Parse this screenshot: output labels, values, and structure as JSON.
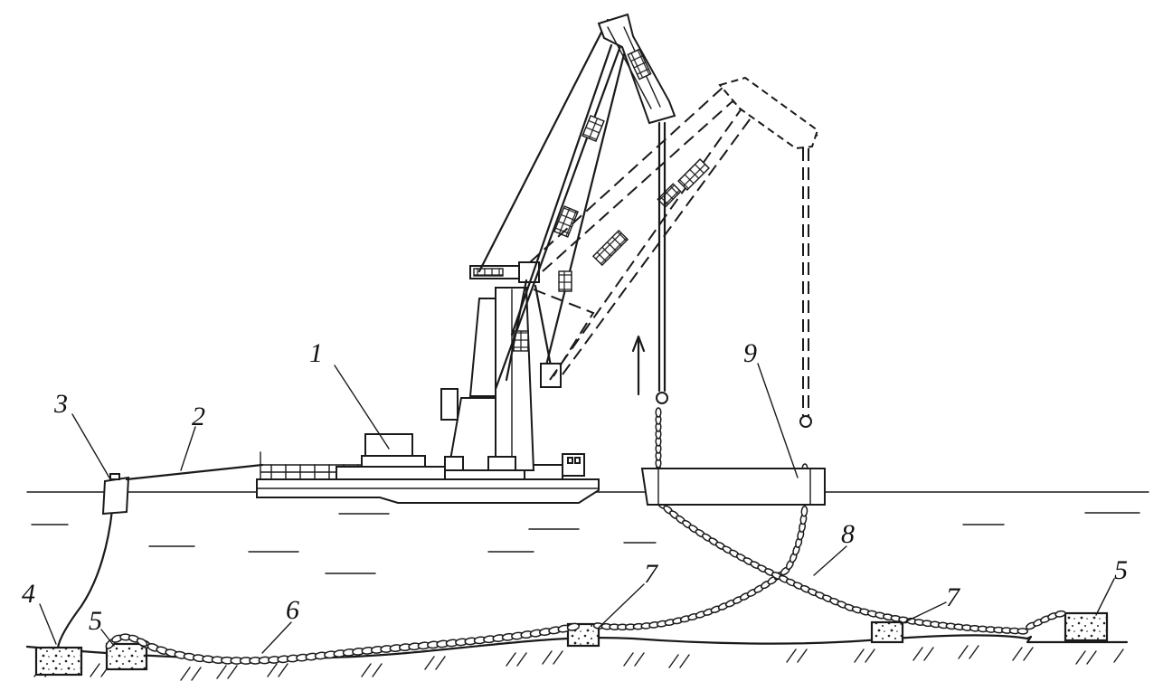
{
  "labels": {
    "crane": "1",
    "towline": "2",
    "buoy": "3",
    "anchor_block_left": "4",
    "clump_left": "5",
    "ground_chain": "6",
    "clump_mid": "7",
    "bridle_chain": "8",
    "pontoon": "9",
    "clump_right": "5",
    "clump_mid_right": "7"
  }
}
